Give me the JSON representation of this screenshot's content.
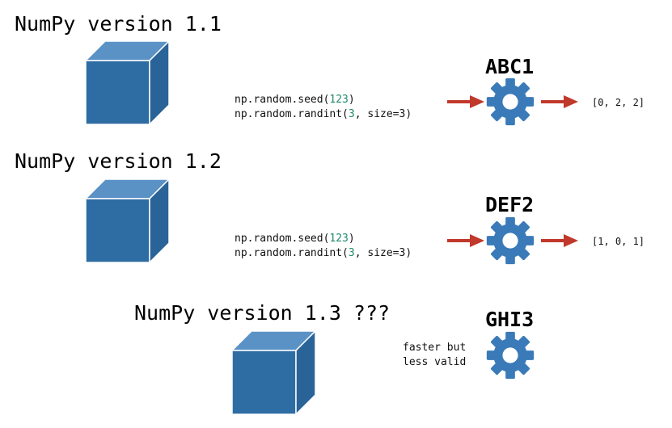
{
  "colors": {
    "cube": "#2e6da4",
    "gear": "#3a7ab8",
    "arrow": "#c0392b",
    "number": "#1e8a6e"
  },
  "icons": {
    "package": "cube-icon",
    "algorithm": "gear-icon",
    "flow": "arrow-right-icon"
  },
  "sections": [
    {
      "title": "NumPy version 1.1",
      "algorithm": "ABC1",
      "code": {
        "line1_prefix": "np.random.seed(",
        "line1_num": "123",
        "line1_suffix": ")",
        "line2_prefix": "np.random.randint(",
        "line2_num": "3",
        "line2_suffix": ", size=3)"
      },
      "result": "[0, 2, 2]"
    },
    {
      "title": "NumPy version 1.2",
      "algorithm": "DEF2",
      "code": {
        "line1_prefix": "np.random.seed(",
        "line1_num": "123",
        "line1_suffix": ")",
        "line2_prefix": "np.random.randint(",
        "line2_num": "3",
        "line2_suffix": ", size=3)"
      },
      "result": "[1, 0, 1]"
    },
    {
      "title": "NumPy version 1.3 ???",
      "algorithm": "GHI3",
      "note": {
        "line1": "faster but",
        "line2": "less valid"
      }
    }
  ]
}
